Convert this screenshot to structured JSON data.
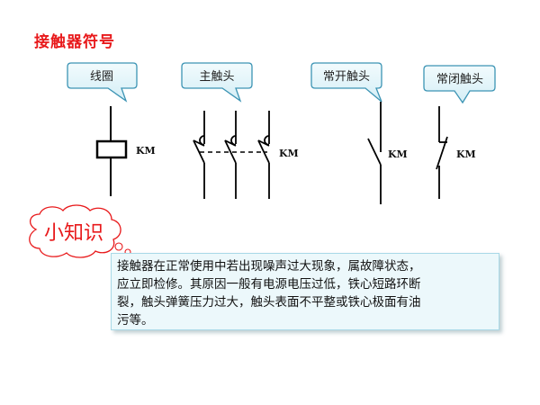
{
  "title": "接触器符号",
  "labels": {
    "coil": "线圈",
    "main_contact": "主触头",
    "no_contact": "常开触头",
    "nc_contact": "常闭触头"
  },
  "symbol_text": "KM",
  "tip": {
    "title": "小知识",
    "lines": [
      "接触器在正常使用中若出现噪声过大现象，属故障状态，",
      "应立即检修。其原因一般有电源电压过低，铁心短路环断",
      "裂，触头弹簧压力过大，触头表面不平整或铁心极面有油",
      "污等。"
    ]
  },
  "colors": {
    "title": "#e8191b",
    "callout_fill": "#dff3f8",
    "callout_stroke": "#3c94b4",
    "note_fill": "#ecf8fb"
  }
}
